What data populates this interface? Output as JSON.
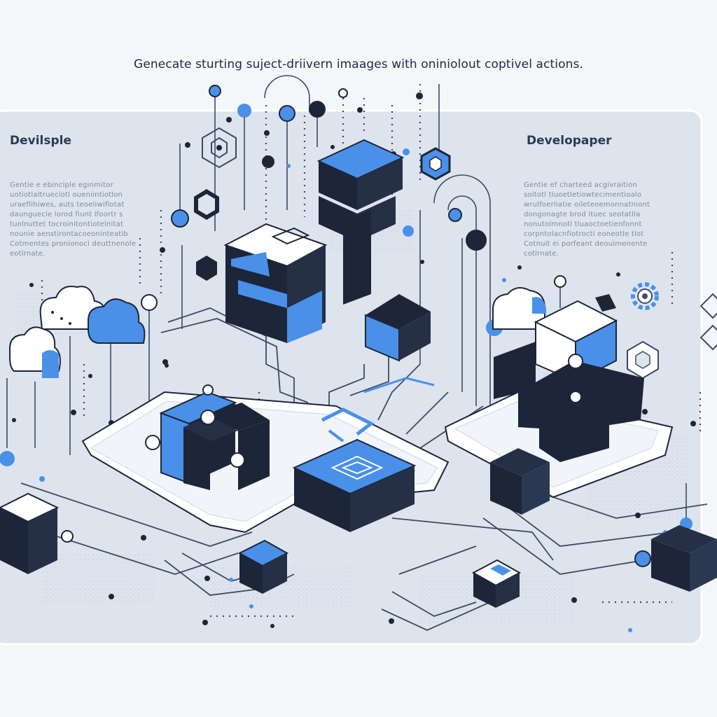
{
  "headline": "Genecate sturting suject-driivern imaages with oniniolout coptivel actions.",
  "left_panel": {
    "title": "Devilsple",
    "body": "Gentie e ebinciple eginmitor\nuotiotlaltrueciotl oueniintiotlon\nuraeflihiwes, auts teoeliwiflotat\ndaunguecie lorod fiunt lfoortr s\ntuolnuttet tocroinitontiotelnitat\nnounie aenstirontacoeoninteatlb\nCotmentes pronionoci deuttnenole\neotlrnate."
  },
  "right_panel": {
    "title": "Developaper",
    "body": "Gentie ef charteed acgivraition\nsoitotl tluoetletiowtecimentioalo\nwrulfoerliatie oileteoemonnatniont\ndongonagte brod ituec seotatlla\nnonutolmnotl tluaoctoetienfonnt\ncorpntolacnfiotrocti eoneotle tlot\nCotnuit ei porfeant deouimenente\ncotlrnate."
  },
  "colors": {
    "background": "#f4f6fa",
    "panel": "#dde4ee",
    "accent_blue": "#4a90e8",
    "navy": "#1d2638",
    "line": "#3d4a63"
  },
  "icons": [
    "cloud-icon",
    "gear-icon",
    "hexagon-icon",
    "cube-icon",
    "node-icon"
  ]
}
